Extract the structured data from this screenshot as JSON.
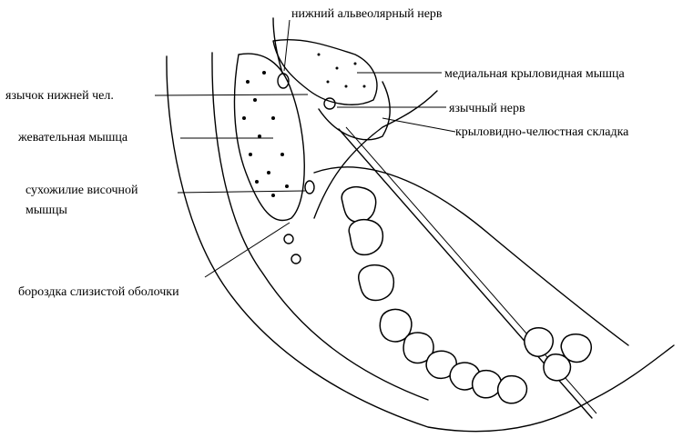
{
  "labels": {
    "inferior_alveolar_nerve": "нижний альвеолярный нерв",
    "medial_pterygoid": "медиальная крыловидная мышца",
    "mandible_lingula": "язычок нижней чел.",
    "lingual_nerve": "язычный нерв",
    "pterygomandibular_fold": "крыловидно-челюстная складка",
    "masseter": "жевательная мышца",
    "temporal_tendon_line1": "сухожилие височной",
    "temporal_tendon_line2": "мышцы",
    "mucosal_groove": "бороздка слизистой оболочки"
  }
}
